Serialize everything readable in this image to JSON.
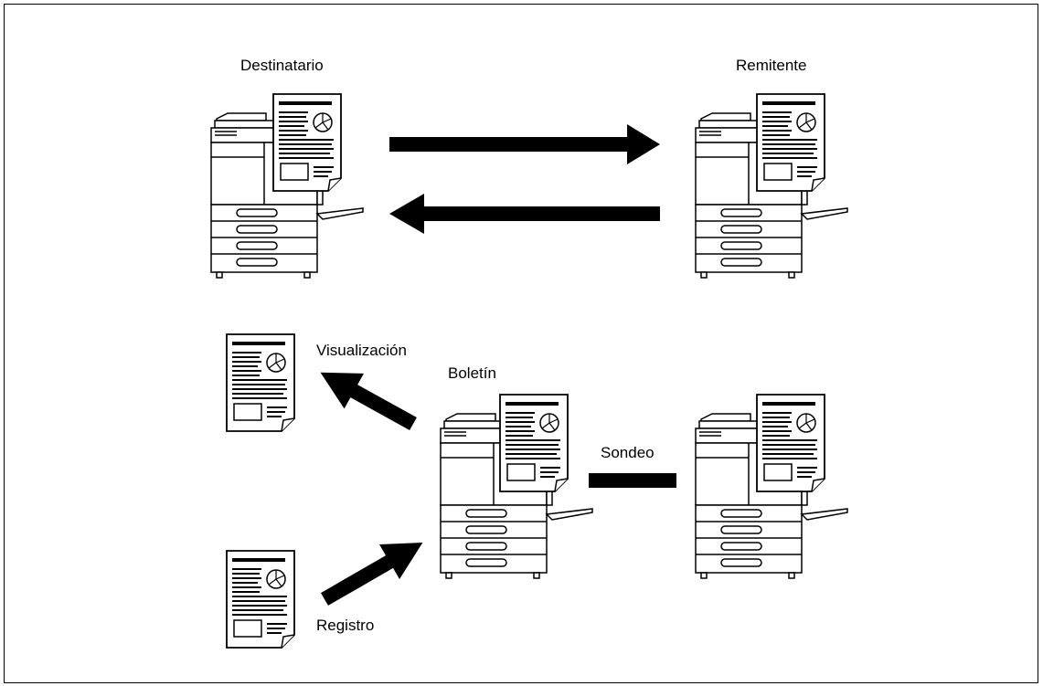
{
  "labels": {
    "destinatario": "Destinatario",
    "remitente": "Remitente",
    "visualizacion": "Visualización",
    "boletin": "Boletín",
    "sondeo": "Sondeo",
    "registro": "Registro"
  },
  "colors": {
    "ink": "#000000",
    "paper": "#ffffff"
  }
}
